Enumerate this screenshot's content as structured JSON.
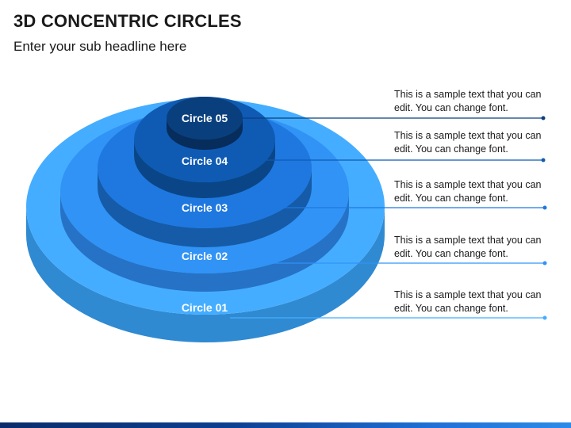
{
  "header": {
    "title": "3D CONCENTRIC CIRCLES",
    "subtitle": "Enter your sub headline here"
  },
  "circles": [
    {
      "label": "Circle 05",
      "description": "This is a sample text that you can edit. You can change font."
    },
    {
      "label": "Circle 04",
      "description": "This is a sample text that you can edit. You can change font."
    },
    {
      "label": "Circle 03",
      "description": "This is a sample text that you can edit. You can change font."
    },
    {
      "label": "Circle 02",
      "description": "This is a sample text that you can edit. You can change font."
    },
    {
      "label": "Circle 01",
      "description": "This is a sample text that you can edit. You can change font."
    }
  ],
  "colors": {
    "circle_01": "#45adff",
    "circle_02": "#3193f5",
    "circle_03": "#1f78e0",
    "circle_04": "#0f5bb4",
    "circle_05": "#0a3f7e",
    "bottom_bar": "#0b3f91"
  }
}
